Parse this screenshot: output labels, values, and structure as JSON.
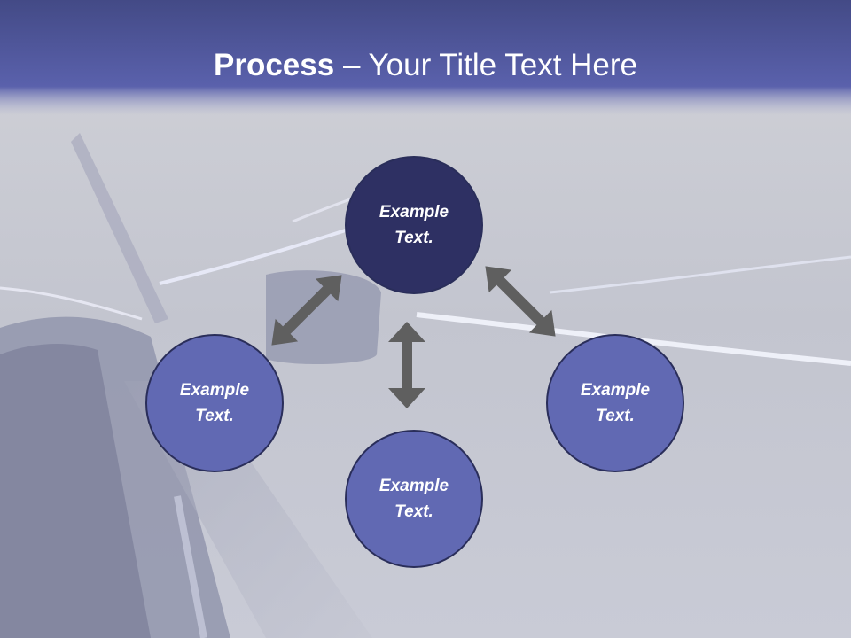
{
  "title": {
    "bold": "Process",
    "rest": " – Your Title Text Here"
  },
  "nodes": [
    {
      "line1": "Example",
      "line2": "Text."
    },
    {
      "line1": "Example",
      "line2": "Text."
    },
    {
      "line1": "Example",
      "line2": "Text."
    },
    {
      "line1": "Example",
      "line2": "Text."
    }
  ],
  "colors": {
    "title_bar": "#5158a1",
    "center_node": "#2e3063",
    "outer_node": "#6169b3",
    "arrow": "#5f5f5f",
    "background": "#c7c9d2"
  }
}
